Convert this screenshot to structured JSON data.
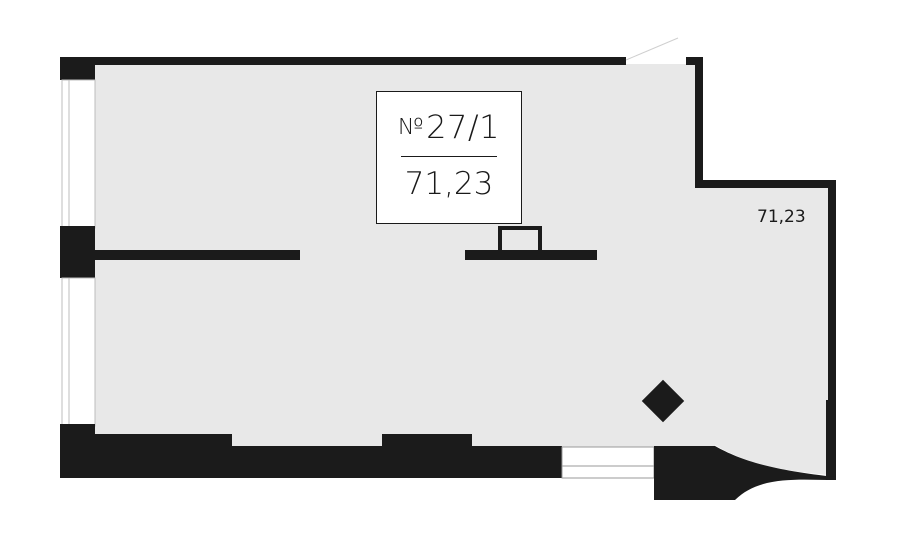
{
  "plan": {
    "unit_prefix": "№",
    "unit_number": "27/1",
    "unit_area": "71,23",
    "room_area": "71,23"
  },
  "colors": {
    "wall": "#1b1b1b",
    "floor": "#e8e8e8",
    "window": "#ffffff",
    "background": "#ffffff"
  }
}
